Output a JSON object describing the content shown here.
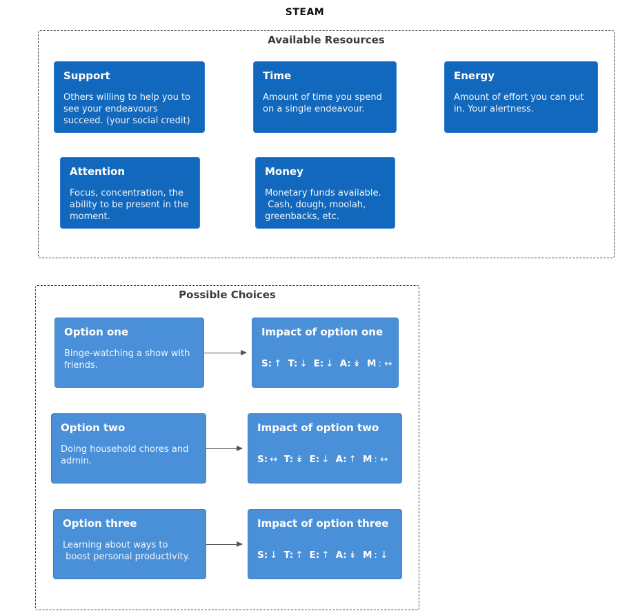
{
  "title": "STEAM",
  "colors": {
    "resource_card_bg": "#1168bd",
    "resource_card_border": "#2d7dd2",
    "choice_card_bg": "#4a90d9",
    "choice_card_border": "#3a7fc2",
    "boundary_border": "#3b3b3b",
    "heading_text": "#3b3b3b",
    "card_text": "#ffffff",
    "arrow": "#555555"
  },
  "resources": {
    "heading": "Available Resources",
    "cards": [
      {
        "title": "Support",
        "body": "Others willing to help you to\nsee your endeavours\nsucceed. (your social credit)"
      },
      {
        "title": "Time",
        "body": "Amount of time you spend\non a single endeavour."
      },
      {
        "title": "Energy",
        "body": "Amount of effort you can put\nin. Your alertness."
      },
      {
        "title": "Attention",
        "body": "Focus, concentration, the\nability to be present in the\nmoment."
      },
      {
        "title": "Money",
        "body": "Monetary funds available.\n Cash, dough, moolah,\ngreenbacks, etc."
      }
    ]
  },
  "choices": {
    "heading": "Possible Choices",
    "rows": [
      {
        "option": {
          "title": "Option one",
          "body": "Binge-watching a show with\nfriends."
        },
        "impact": {
          "title": "Impact of option one",
          "stats": [
            {
              "label": "S:",
              "value": "↑"
            },
            {
              "label": "T:",
              "value": "↓"
            },
            {
              "label": "E:",
              "value": "↓"
            },
            {
              "label": "A:",
              "value": "↡"
            },
            {
              "label": "M",
              "value": ": ↔"
            }
          ]
        }
      },
      {
        "option": {
          "title": "Option two",
          "body": "Doing household chores and\nadmin."
        },
        "impact": {
          "title": "Impact of option two",
          "stats": [
            {
              "label": "S:",
              "value": "↔"
            },
            {
              "label": "T:",
              "value": "↡"
            },
            {
              "label": "E:",
              "value": "↓"
            },
            {
              "label": "A:",
              "value": "↑"
            },
            {
              "label": "M",
              "value": ": ↔"
            }
          ]
        }
      },
      {
        "option": {
          "title": "Option three",
          "body": "Learning about ways to\n boost personal productivity."
        },
        "impact": {
          "title": "Impact of option three",
          "stats": [
            {
              "label": "S:",
              "value": "↓"
            },
            {
              "label": "T:",
              "value": "↑"
            },
            {
              "label": "E:",
              "value": "↑"
            },
            {
              "label": "A:",
              "value": "↡"
            },
            {
              "label": "M",
              "value": ": ↓"
            }
          ]
        }
      }
    ]
  }
}
